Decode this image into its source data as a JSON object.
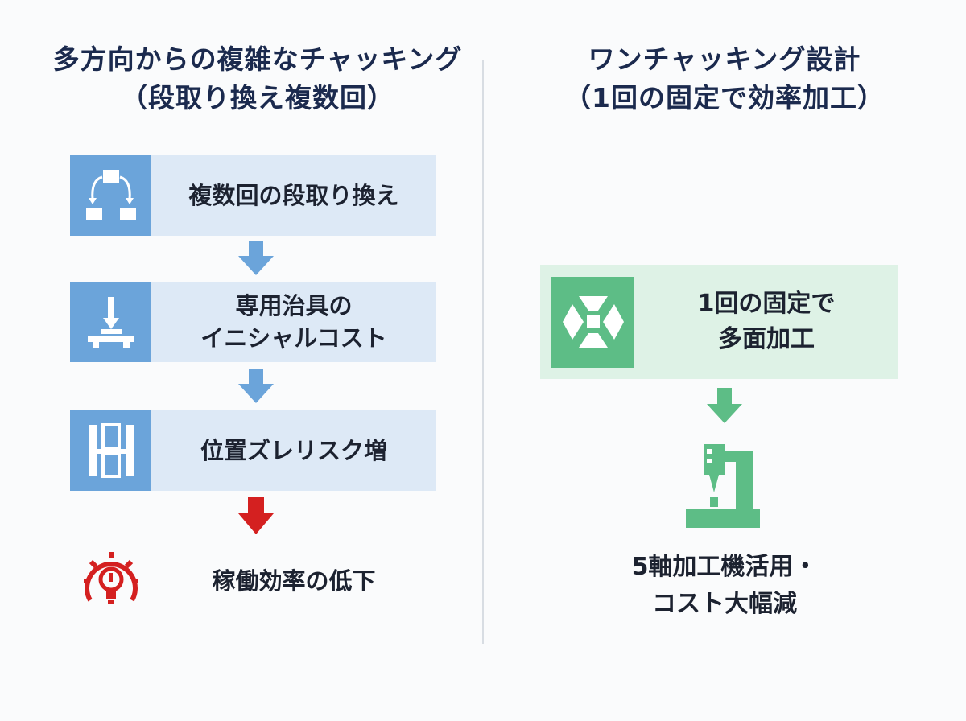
{
  "left": {
    "title_line1": "多方向からの複雑なチャッキング",
    "title_line2": "（段取り換え複数回）",
    "steps": [
      {
        "lines": [
          "複数回の段取り換え"
        ],
        "icon": "workflow-branch-icon"
      },
      {
        "lines": [
          "専用治具の",
          "イニシャルコスト"
        ],
        "icon": "press-fixture-icon"
      },
      {
        "lines": [
          "位置ズレリスク増"
        ],
        "icon": "misalignment-bars-icon"
      }
    ],
    "result": {
      "label": "稼働効率の低下",
      "icon": "efficiency-warning-icon"
    },
    "colors": {
      "box": "#dde9f6",
      "icon_box": "#6ba4da",
      "arrow": "#6ba4da",
      "alert_arrow": "#d42020",
      "alert_icon": "#d42020"
    }
  },
  "right": {
    "title_line1": "ワンチャッキング設計",
    "title_line2": "（1回の固定で効率加工）",
    "step": {
      "lines": [
        "1回の固定で",
        "多面加工"
      ],
      "icon": "cube-faces-icon"
    },
    "result": {
      "lines": [
        "5軸加工機活用・",
        "コスト大幅減"
      ],
      "icon": "cnc-machine-icon"
    },
    "colors": {
      "box": "#def2e6",
      "icon_box": "#5dbd86",
      "arrow": "#5dbd86"
    }
  }
}
